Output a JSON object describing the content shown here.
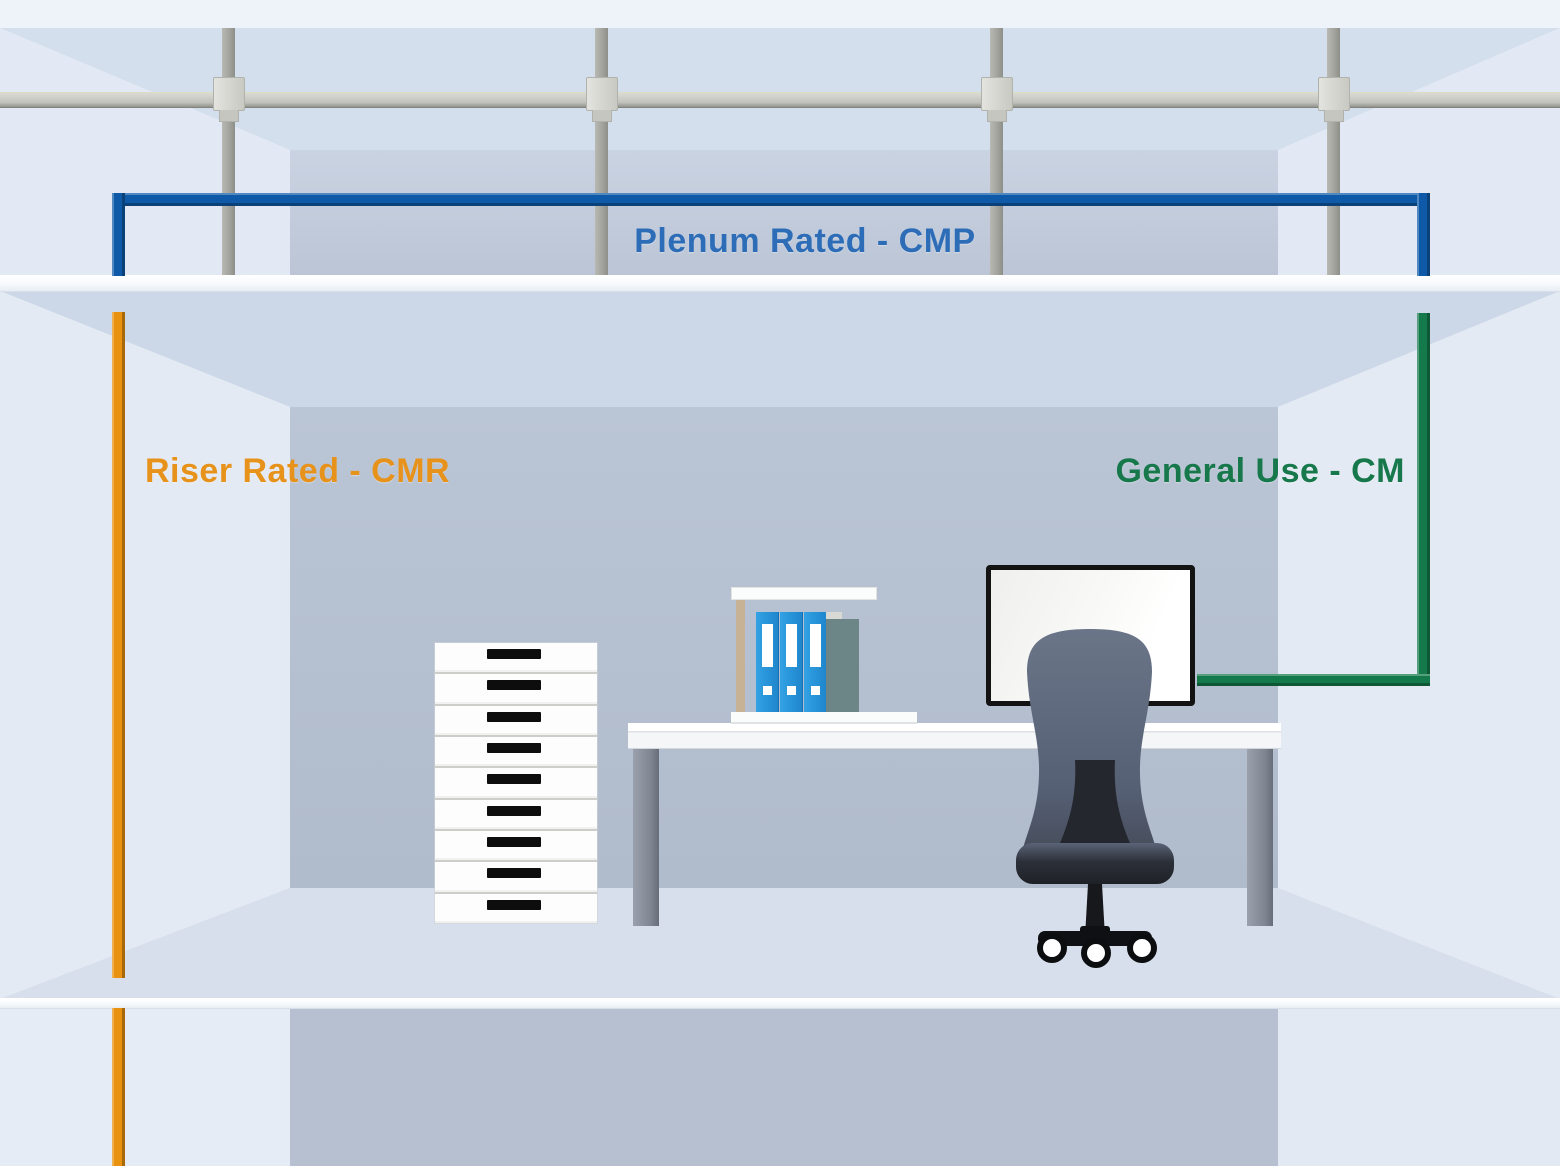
{
  "diagram_title": "Cable fire-rating placement diagram",
  "labels": {
    "plenum": "Plenum Rated - CMP",
    "riser": "Riser Rated - CMR",
    "general": "General Use - CM"
  },
  "label_colors": {
    "plenum": "#2d6db7",
    "riser": "#e6921b",
    "general": "#17784b"
  },
  "cable_colors": {
    "plenum": "#0f5aa8",
    "riser": "#e8920f",
    "general": "#157a4b"
  },
  "scene": {
    "ceiling_rod_count": 4,
    "drawer_count": 9,
    "binder_count": 3,
    "binder_color": "#2596dd",
    "book_colors": [
      "#e5c1c0",
      "#d9aeb4",
      "#d8d8d4",
      "#6c8587"
    ],
    "chair_visible_wheel_count": 3
  }
}
